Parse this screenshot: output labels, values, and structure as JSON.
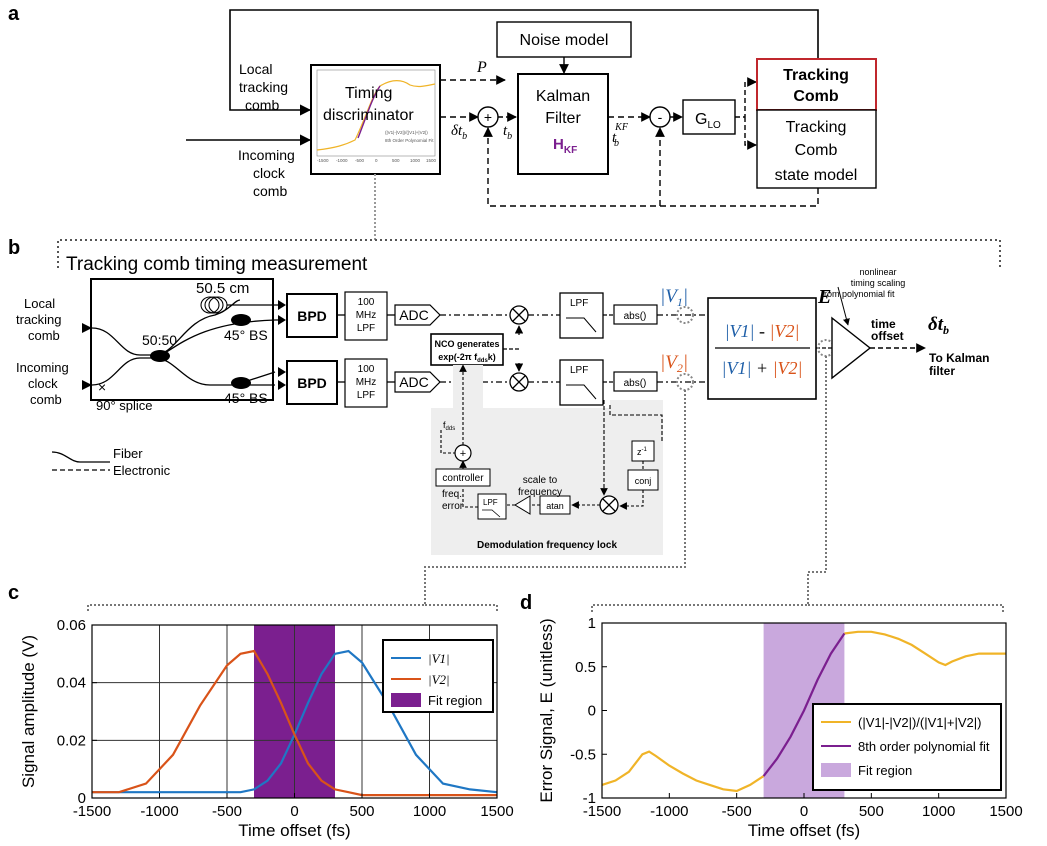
{
  "panel_a": {
    "label": "a",
    "local_comb": [
      "Local",
      "tracking",
      "comb"
    ],
    "incoming_comb": [
      "Incoming",
      "clock",
      "comb"
    ],
    "timing_discriminator": [
      "Timing",
      "discriminator"
    ],
    "inset_legend": [
      "(|V1|-|V2|)/(|V1|+|V2|)",
      "8th Order Polynomial Fit"
    ],
    "inset_ticks": [
      "-1500",
      "-1000",
      "-500",
      "0",
      "500",
      "1000",
      "1500"
    ],
    "noise_model": "Noise model",
    "kalman_filter": [
      "Kalman",
      "Filter"
    ],
    "hkf_main": "H",
    "hkf_sub": "KF",
    "P": "P",
    "delta_tb": "δt",
    "delta_tb_sub": "b",
    "tb": "t",
    "tb_sub": "b",
    "tbkf": "t",
    "tbkf_sub": "b",
    "tbkf_sup": "KF",
    "plus": "+",
    "minus": "-",
    "glo_main": "G",
    "glo_sub": "LO",
    "tracking_comb": [
      "Tracking",
      "Comb"
    ],
    "state_model": [
      "Tracking",
      "Comb",
      "state model"
    ]
  },
  "panel_b": {
    "label": "b",
    "title": "Tracking comb timing measurement",
    "local_comb": [
      "Local",
      "tracking",
      "comb"
    ],
    "incoming_comb": [
      "Incoming",
      "clock",
      "comb"
    ],
    "fiber_len": "50.5 cm",
    "coupler": "50:50",
    "bs_top": "45° BS",
    "bs_bot": "45° BS",
    "splice": "90° splice",
    "bpd": "BPD",
    "lpf100": [
      "100",
      "MHz",
      "LPF"
    ],
    "adc": "ADC",
    "nco": [
      "NCO generates",
      "exp(-2π f",
      "dds",
      "k)"
    ],
    "lpf": "LPF",
    "abs": "abs()",
    "v1": "|V",
    "v1_sub": "1",
    "v2": "|V",
    "v2_sub": "2",
    "ratio_num": [
      "|V1|",
      " - ",
      "|V2|"
    ],
    "ratio_den": [
      "|V1|",
      " + ",
      "|V2|"
    ],
    "E": "E",
    "nonlinear": [
      "nonlinear",
      "timing scaling",
      "from polynomial fit"
    ],
    "time_offset": [
      "time",
      "offset"
    ],
    "delta_tb": "δt",
    "delta_tb_sub": "b",
    "to_kalman": [
      "To Kalman",
      "filter"
    ],
    "fdds": "f",
    "fdds_sub": "dds",
    "controller": "controller",
    "freq_error": [
      "freq.",
      "error"
    ],
    "scale": [
      "scale to",
      "frequency"
    ],
    "atan": "atan",
    "conj": "conj",
    "z": "z",
    "z_sup": "-1",
    "demod_lock": "Demodulation frequency lock",
    "legend_fiber": "Fiber",
    "legend_electronic": "Electronic"
  },
  "chart_data": [
    {
      "panel": "c",
      "type": "line",
      "xlabel": "Time offset (fs)",
      "ylabel": "Signal amplitude (V)",
      "xlim": [
        -1500,
        1500
      ],
      "ylim": [
        0,
        0.06
      ],
      "xticks": [
        "-1500",
        "-1000",
        "-500",
        "0",
        "500",
        "1000",
        "1500"
      ],
      "yticks": [
        "0",
        "0.02",
        "0.04",
        "0.06"
      ],
      "grid": true,
      "legend_position": "top-right",
      "fit_region": [
        -300,
        300
      ],
      "fit_region_label": "Fit region",
      "colors": {
        "v1": "#1f77c4",
        "v2": "#d95319",
        "fit": "#7b1f8f"
      },
      "series": [
        {
          "name": "|V1|",
          "x": [
            -1500,
            -1300,
            -1100,
            -900,
            -700,
            -500,
            -400,
            -300,
            -200,
            -100,
            0,
            100,
            200,
            300,
            400,
            500,
            700,
            900,
            1100,
            1300,
            1500
          ],
          "values": [
            0.002,
            0.002,
            0.002,
            0.002,
            0.002,
            0.002,
            0.002,
            0.003,
            0.006,
            0.012,
            0.022,
            0.033,
            0.043,
            0.05,
            0.051,
            0.047,
            0.032,
            0.015,
            0.005,
            0.003,
            0.002
          ]
        },
        {
          "name": "|V2|",
          "x": [
            -1500,
            -1300,
            -1100,
            -900,
            -700,
            -500,
            -400,
            -300,
            -200,
            -100,
            0,
            100,
            200,
            300,
            400,
            500,
            700,
            900,
            1100,
            1300,
            1500
          ],
          "values": [
            0.002,
            0.002,
            0.005,
            0.015,
            0.032,
            0.046,
            0.05,
            0.051,
            0.043,
            0.033,
            0.022,
            0.012,
            0.006,
            0.003,
            0.002,
            0.001,
            0.001,
            0.001,
            0.001,
            0.001,
            0.001
          ]
        }
      ]
    },
    {
      "panel": "d",
      "type": "line",
      "xlabel": "Time offset (fs)",
      "ylabel": "Error Signal, E (unitless)",
      "xlim": [
        -1500,
        1500
      ],
      "ylim": [
        -1,
        1
      ],
      "xticks": [
        "-1500",
        "-1000",
        "-500",
        "0",
        "500",
        "1000",
        "1500"
      ],
      "yticks": [
        "-1",
        "-0.5",
        "0",
        "0.5",
        "1"
      ],
      "grid": false,
      "legend_position": "bottom-right",
      "fit_region": [
        -300,
        300
      ],
      "fit_region_label": "Fit region",
      "colors": {
        "err": "#f0b428",
        "poly": "#7b1f8f",
        "fit": "#c9a8dd"
      },
      "series": [
        {
          "name": "(|V1|-|V2|)/(|V1|+|V2|)",
          "x": [
            -1500,
            -1400,
            -1300,
            -1200,
            -1150,
            -1100,
            -1000,
            -900,
            -800,
            -700,
            -600,
            -500,
            -400,
            -300,
            300,
            400,
            500,
            600,
            700,
            800,
            900,
            1000,
            1050,
            1100,
            1200,
            1300,
            1400,
            1500
          ],
          "values": [
            -0.85,
            -0.8,
            -0.7,
            -0.5,
            -0.47,
            -0.52,
            -0.63,
            -0.72,
            -0.8,
            -0.85,
            -0.9,
            -0.92,
            -0.85,
            -0.75,
            0.88,
            0.9,
            0.9,
            0.87,
            0.82,
            0.75,
            0.65,
            0.55,
            0.52,
            0.56,
            0.62,
            0.65,
            0.65,
            0.65
          ]
        },
        {
          "name": "8th order polynomial fit",
          "x": [
            -300,
            -200,
            -100,
            0,
            100,
            200,
            300
          ],
          "values": [
            -0.75,
            -0.55,
            -0.3,
            0.0,
            0.35,
            0.65,
            0.88
          ]
        }
      ]
    }
  ]
}
